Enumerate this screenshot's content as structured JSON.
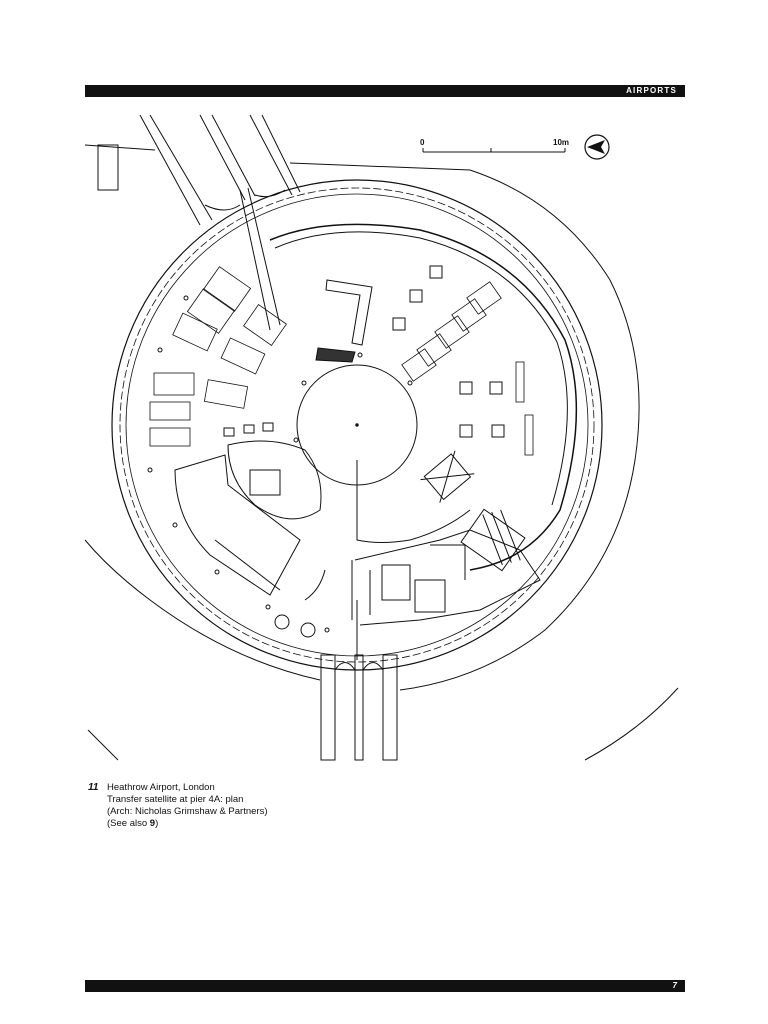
{
  "header": {
    "section": "AIRPORTS"
  },
  "scale_bar": {
    "start_label": "0",
    "end_label": "10m"
  },
  "figure": {
    "number": "11",
    "caption_lines": [
      "Heathrow Airport, London",
      "Transfer satellite at pier 4A: plan",
      "(Arch: Nicholas Grimshaw & Partners)"
    ],
    "see_also_prefix": "(See also ",
    "see_also_ref": "9",
    "see_also_suffix": ")"
  },
  "footer": {
    "page_number": "7"
  },
  "icons": [
    "north-arrow-icon"
  ]
}
